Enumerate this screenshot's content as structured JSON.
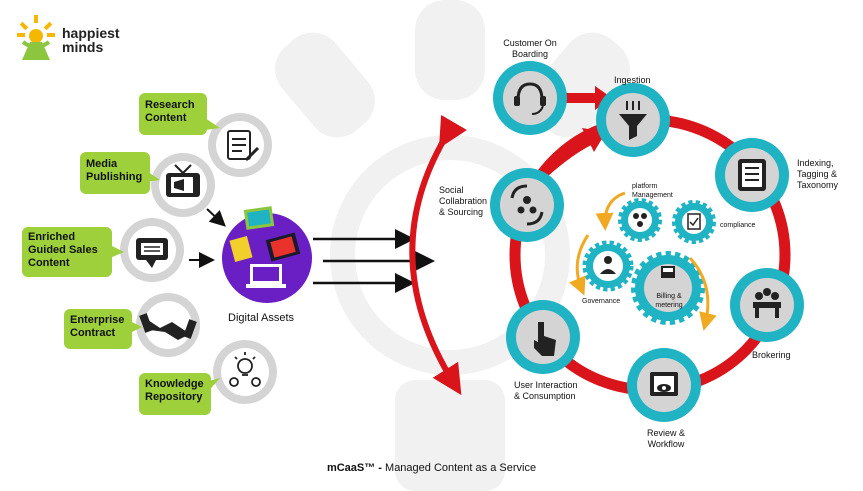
{
  "logo": {
    "line1": "happiest",
    "line2": "minds"
  },
  "left_labels": [
    "Research Content",
    "Media Publishing",
    "Enriched Guided Sales Content",
    "Enterprise Contract",
    "Knowledge Repository"
  ],
  "digital_assets_label": "Digital Assets",
  "cycle_labels": {
    "customer_onboarding": "Customer On Boarding",
    "ingestion": "Ingestion",
    "indexing": "Indexing, Tagging & Taxonomy",
    "brokering": "Brokering",
    "review": "Review & Workflow",
    "user_interaction": "User Interaction & Consumption",
    "social": "Social Collabration & Sourcing"
  },
  "inner_labels": {
    "platform": "platform Management",
    "compliance": "compliance",
    "governance": "Governance",
    "billing": "Billing & metering"
  },
  "caption": {
    "bold": "mCaaS™ -",
    "rest": " Managed Content as a Service"
  },
  "colors": {
    "green": "#9dd03a",
    "teal": "#1fb3c4",
    "red": "#d9141b",
    "orange": "#f2a922",
    "purple": "#6a1fc4",
    "gray_circle": "#d4d4d4"
  }
}
